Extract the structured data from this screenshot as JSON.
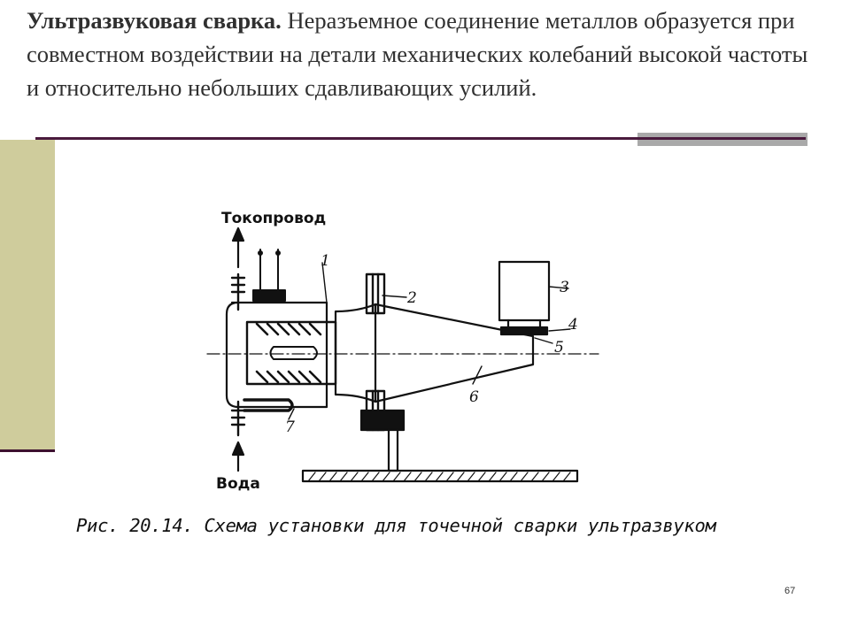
{
  "slide": {
    "title_bold": "Ультразвуковая сварка.",
    "title_rest": " Неразъемное соединение металлов образуется при совместном воздействии на детали механических колебаний высокой частоты и относительно небольших сдавливающих усилий.",
    "page_number": "67"
  },
  "figure": {
    "label_top": "Токопровод",
    "label_bottom": "Вода",
    "callouts": [
      "1",
      "2",
      "3",
      "4",
      "5",
      "6",
      "7"
    ],
    "caption": "Рис. 20.14. Схема установки для точечной сварки ультразвуком"
  },
  "colors": {
    "band": "#cfcc9c",
    "rule": "#4a1a3d",
    "grey_bar": "#a9a9a9",
    "text": "#303030"
  }
}
